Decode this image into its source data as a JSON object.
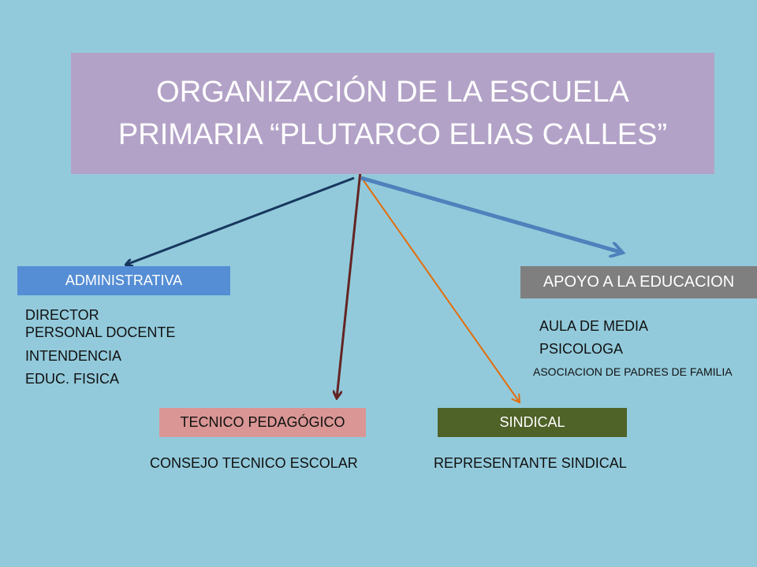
{
  "title": {
    "line1": "ORGANIZACIÓN DE LA ESCUELA",
    "line2": "PRIMARIA “PLUTARCO ELIAS CALLES”"
  },
  "branches": {
    "administrativa": {
      "label": "ADMINISTRATIVA",
      "items": [
        "DIRECTOR",
        "PERSONAL DOCENTE",
        "INTENDENCIA",
        "EDUC. FISICA"
      ]
    },
    "tecnico": {
      "label": "TECNICO PEDAGÓGICO",
      "items": [
        "CONSEJO TECNICO ESCOLAR"
      ]
    },
    "sindical": {
      "label": "SINDICAL",
      "items": [
        "REPRESENTANTE SINDICAL"
      ]
    },
    "apoyo": {
      "label": "APOYO A LA EDUCACION",
      "items": [
        "AULA DE MEDIA",
        "PSICOLOGA",
        "ASOCIACION DE PADRES DE FAMILIA"
      ]
    }
  },
  "colors": {
    "background": "#92cadb",
    "title_box": "#b3a2c7",
    "administrativa": "#558ed5",
    "tecnico": "#d99694",
    "sindical": "#4f6228",
    "apoyo": "#7f7f7f",
    "arrow_administrativa": "#17375e",
    "arrow_tecnico": "#632423",
    "arrow_sindical": "#e46c0a",
    "arrow_apoyo": "#4f81bd"
  }
}
